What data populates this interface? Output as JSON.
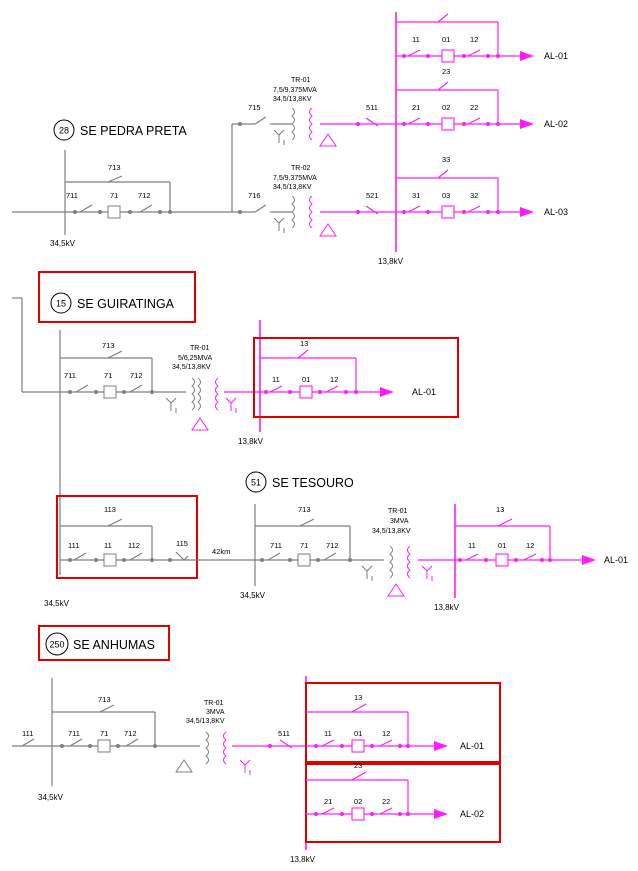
{
  "colors": {
    "hv": "#7f7f7f",
    "mv": "#ff1cff",
    "highlight": "#e00000"
  },
  "substations": {
    "pedra_preta": {
      "number": "28",
      "name": "SE PEDRA PRETA",
      "hv_voltage": "34,5kV",
      "mv_voltage": "13,8kV",
      "sw_bypass": "713",
      "sw_in": "711",
      "breaker": "71",
      "sw_out": "712",
      "tr1": {
        "sw": "715",
        "name": "TR-01",
        "rating": "7,5/9,375MVA",
        "ratio": "34,5/13,8KV",
        "mv_sw": "511"
      },
      "tr2": {
        "sw": "716",
        "name": "TR-02",
        "rating": "7,5/9,375MVA",
        "ratio": "34,5/13,8KV",
        "mv_sw": "521"
      },
      "feeders": [
        {
          "bypass": "23",
          "in": "11",
          "breaker": "01",
          "out": "12",
          "label": "AL-01"
        },
        {
          "bypass": "",
          "in": "21",
          "breaker": "02",
          "out": "22",
          "label": "AL-02"
        },
        {
          "bypass": "33",
          "in": "31",
          "breaker": "03",
          "out": "32",
          "label": "AL-03"
        }
      ]
    },
    "guiratinga": {
      "number": "15",
      "name": "SE GUIRATINGA",
      "mv_voltage": "13,8kV",
      "sw_bypass": "713",
      "sw_in": "711",
      "breaker": "71",
      "sw_out": "712",
      "tr": {
        "name": "TR-01",
        "rating": "5/6,25MVA",
        "ratio": "34,5/13,8KV"
      },
      "feeder": {
        "bypass": "13",
        "in": "11",
        "breaker": "01",
        "out": "12",
        "label": "AL-01"
      },
      "line_bay": {
        "bypass": "113",
        "in": "111",
        "breaker": "11",
        "out": "112",
        "line_sw": "115"
      },
      "hv_voltage": "34,5kV",
      "line_length": "42km"
    },
    "tesouro": {
      "number": "51",
      "name": "SE TESOURO",
      "hv_voltage": "34,5kV",
      "mv_voltage": "13,8kV",
      "sw_bypass": "713",
      "sw_in": "711",
      "breaker": "71",
      "sw_out": "712",
      "tr": {
        "name": "TR-01",
        "rating": "3MVA",
        "ratio": "34,5/13,8KV"
      },
      "feeder": {
        "bypass": "13",
        "in": "11",
        "breaker": "01",
        "out": "12",
        "label": "AL-01"
      }
    },
    "anhumas": {
      "number": "250",
      "name": "SE ANHUMAS",
      "hv_voltage": "34,5kV",
      "mv_voltage": "13,8kV",
      "sw_line": "111",
      "sw_bypass": "713",
      "sw_in": "711",
      "breaker": "71",
      "sw_out": "712",
      "tr": {
        "name": "TR-01",
        "rating": "3MVA",
        "ratio": "34,5/13,8KV",
        "mv_sw": "511"
      },
      "feeders": [
        {
          "bypass": "13",
          "in": "11",
          "breaker": "01",
          "out": "12",
          "label": "AL-01"
        },
        {
          "bypass": "23",
          "in": "21",
          "breaker": "02",
          "out": "22",
          "label": "AL-02"
        }
      ]
    }
  }
}
